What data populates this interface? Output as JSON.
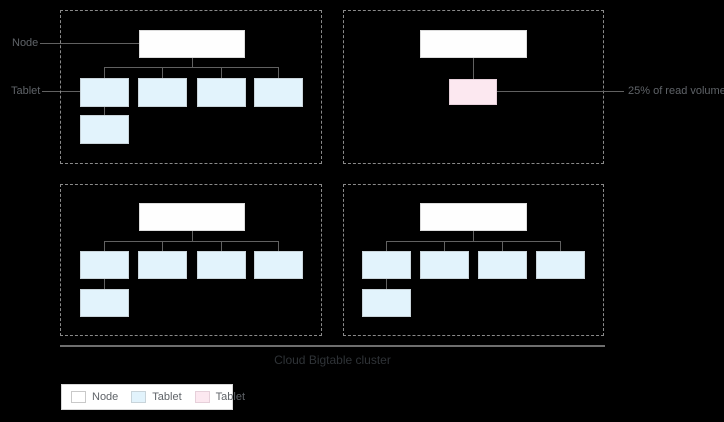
{
  "diagram": {
    "node_label": "Node",
    "tablet_label": "Tablet",
    "read_volume_label": "25% of read volume",
    "cluster_label": "Cloud Bigtable cluster"
  },
  "legend": {
    "items": [
      {
        "label": "Node",
        "color": "#ffffff"
      },
      {
        "label": "Tablet",
        "color": "#e2f3fc"
      },
      {
        "label": "Tablet",
        "color": "#fce8f0"
      }
    ]
  },
  "colors": {
    "background": "#000000",
    "node_fill": "#fefefe",
    "node_border": "#dcdcdc",
    "tablet_fill": "#e2f3fc",
    "tablet_border": "#c9d4da",
    "hot_tablet_fill": "#fce8f0",
    "hot_tablet_border": "#e6d0da",
    "connector": "#616161",
    "quadrant_border": "#8a8a8a",
    "label_text": "#5f6368",
    "cluster_text": "#2f3337",
    "cluster_line": "#6e6e6e"
  }
}
